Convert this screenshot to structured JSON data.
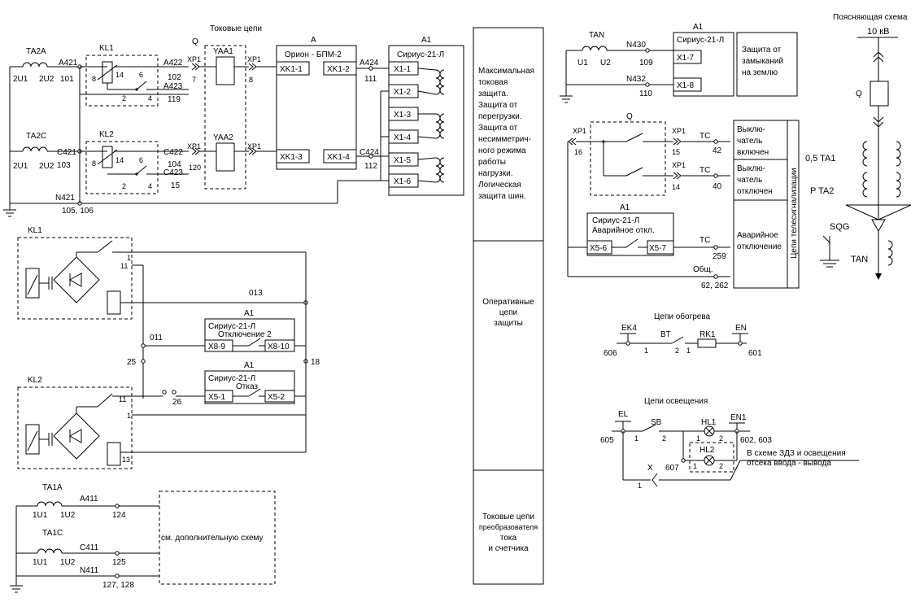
{
  "top": {
    "tokovye_tsepi": "Токовые цепи",
    "poyasnyayushchaya": "Поясняющая схема",
    "ta2a": "ТА2А",
    "ta2c": "ТА2С",
    "u1": "2U1",
    "u2": "2U2",
    "a421": "A421",
    "n101": "101",
    "c421": "C421",
    "n103": "103",
    "n421": "N421",
    "n105": "105, 106",
    "kl1": "KL1",
    "kl2": "KL2",
    "p8": "8",
    "p14": "14",
    "p6": "6",
    "p2": "2",
    "p4": "4",
    "a422": "A422",
    "n102": "102",
    "a423": "A423",
    "n119": "119",
    "c422": "C422",
    "n104": "104",
    "c423": "C423",
    "n15": "15",
    "q": "Q",
    "xp1": "XP1",
    "n7": "7",
    "n8": "8",
    "n120": "120",
    "yaa1": "YAA1",
    "yaa2": "YAA2",
    "a": "A",
    "orion": "Орион - БПМ-2",
    "xk11": "XK1-1",
    "xk12": "XK1-2",
    "xk13": "XK1-3",
    "xk14": "XK1-4",
    "a424": "A424",
    "n111": "111",
    "c424": "C424",
    "n112": "112",
    "a1": "A1",
    "sirius": "Сириус-21-Л",
    "x11": "X1-1",
    "x12": "X1-2",
    "x13": "X1-3",
    "x14": "X1-4",
    "x15": "X1-5",
    "x16": "X1-6"
  },
  "desc": {
    "protection_lines": [
      "Максимальная",
      "токовая",
      "защита.",
      "Защита от",
      "перегрузки.",
      "Защита от",
      "несимметрич-",
      "ного режима",
      "работы",
      "нагрузки.",
      "Логическая",
      "защита шин."
    ],
    "operative_lines": [
      "Оперативные",
      "цепи",
      "защиты"
    ],
    "converter_lines": [
      "Токовые цепи",
      "преобразователя",
      "тока",
      "и счетчика"
    ]
  },
  "left_mid": {
    "kl1": "KL1",
    "kl2": "KL2",
    "n1": "1",
    "n11": "11",
    "n013": "013",
    "n011": "011",
    "n25": "25",
    "n18": "18",
    "n26": "26",
    "n13": "13",
    "a1": "A1",
    "sirius_otkl": "Сириус-21-Л",
    "otkl2": "Отключение 2",
    "x89": "X8-9",
    "x810": "X8-10",
    "otkaz": "Отказ",
    "x51": "X5-1",
    "x52": "X5-2"
  },
  "left_bottom": {
    "ta1a": "ТА1А",
    "ta1c": "ТА1С",
    "u1": "1U1",
    "u2": "1U2",
    "a411": "A411",
    "n124": "124",
    "c411": "C411",
    "n125": "125",
    "n411": "N411",
    "n127": "127, 128",
    "dop": "см. дополнительную схему"
  },
  "right_top": {
    "tan": "TAN",
    "u1": "U1",
    "u2": "U2",
    "n430": "N430",
    "n109": "109",
    "n432": "N432",
    "n110": "110",
    "a1": "A1",
    "sirius": "Сириус-21-Л",
    "x17": "X1-7",
    "x18": "X1-8",
    "zashchita": [
      "Защита от",
      "замыканий",
      "на землю"
    ]
  },
  "signal": {
    "q": "Q",
    "xp1": "XP1",
    "n16": "16",
    "n15": "15",
    "n14": "14",
    "tc": "ТС",
    "n42": "42",
    "n40": "40",
    "n259": "259",
    "a1": "A1",
    "sirius": "Сириус-21-Л",
    "avar_otkl": "Аварийное откл.",
    "x56": "X5-6",
    "x57": "X5-7",
    "obshch": "Общ.",
    "n62": "62, 262",
    "vykl_on": [
      "Выклю-",
      "чатель",
      "включен"
    ],
    "vykl_off": [
      "Выклю-",
      "чатель",
      "отключен"
    ],
    "avariyn": [
      "Аварийное",
      "отключение"
    ],
    "telesig": "Цепи телесигнализации"
  },
  "heating": {
    "title": "Цепи обогрева",
    "ek4": "EK4",
    "bt": "BT",
    "rk1": "RK1",
    "en": "EN",
    "n606": "606",
    "n601": "601",
    "n1a": "1",
    "n2": "2",
    "n1b": "1"
  },
  "lighting": {
    "title": "Цепи освещения",
    "el": "EL",
    "sb": "SB",
    "hl1": "HL1",
    "hl2": "HL2",
    "en1": "EN1",
    "x": "X",
    "n605": "605",
    "n602": "602, 603",
    "n607": "607",
    "n1": "1",
    "n2": "2",
    "n1c": "1",
    "n2c": "2",
    "n1d": "1",
    "note": [
      "В схеме ЗДЗ и освещения",
      "отсека ввода - вывода"
    ]
  },
  "explain": {
    "kv": "10 кВ",
    "q": "Q",
    "ta1": "0,5  TA1",
    "ta2": "P  TA2",
    "sqg": "SQG",
    "tan": "TAN"
  }
}
